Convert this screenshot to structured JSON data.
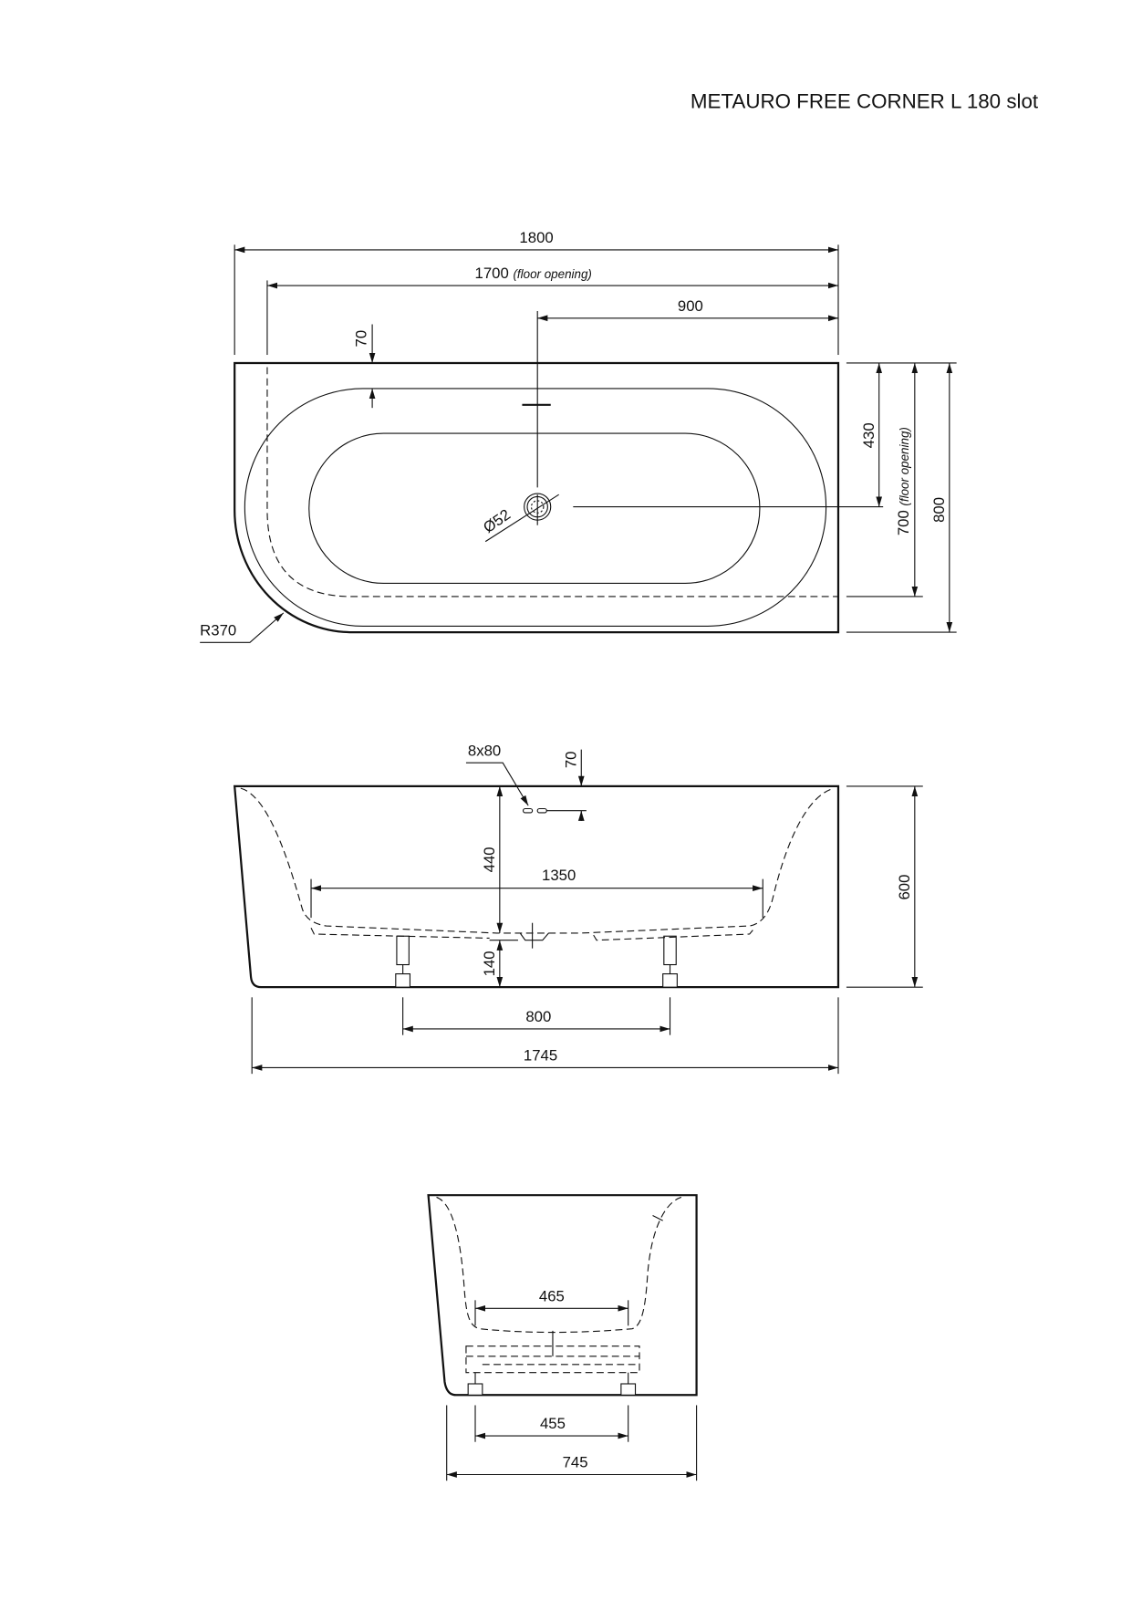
{
  "title": "METAURO FREE CORNER L 180 slot",
  "top_view": {
    "length": "1800",
    "floor_opening_length": "1700",
    "floor_opening_note": "(floor opening)",
    "drain_offset": "900",
    "rim_offset": "70",
    "drain_to_back": "430",
    "floor_opening_width": "700",
    "width": "800",
    "drain_diameter": "Ø52",
    "corner_radius": "R370"
  },
  "side_view": {
    "overflow_slot": "8x80",
    "overflow_offset": "70",
    "depth": "440",
    "bottom_length": "1350",
    "floor_clearance": "140",
    "height": "600",
    "leg_spacing": "800",
    "base_length": "1745"
  },
  "end_view": {
    "bottom_width": "465",
    "leg_spacing": "455",
    "base_width": "745"
  }
}
